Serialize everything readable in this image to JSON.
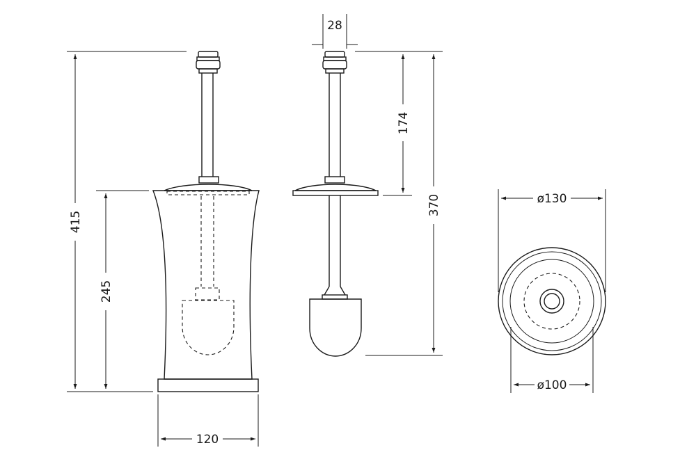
{
  "dimensions": {
    "overall_height": "415",
    "container_height": "245",
    "base_width": "120",
    "knob_width": "28",
    "handle_length": "174",
    "brush_length": "370",
    "outer_diameter": "ø130",
    "inner_diameter": "ø100"
  },
  "colors": {
    "line": "#1a1a1a",
    "background": "#ffffff"
  }
}
